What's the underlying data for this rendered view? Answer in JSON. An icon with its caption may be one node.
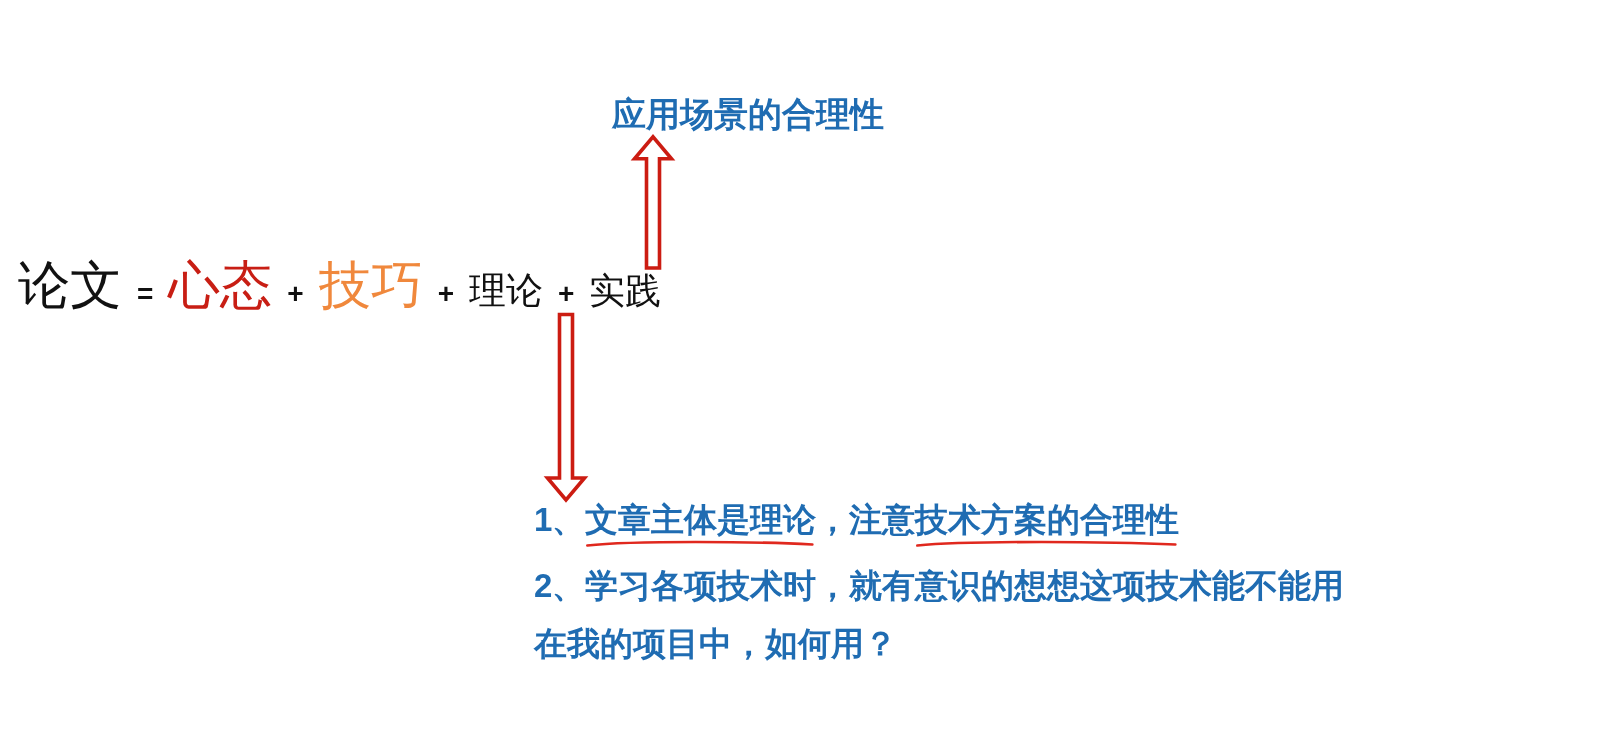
{
  "diagram": {
    "nodes": [
      {
        "text": [
          "应用场景的合理性"
        ]
      },
      {
        "text": [
          "理论"
        ]
      },
      {
        "text": [
          "实践"
        ]
      },
      {
        "text": [
          "1、文章主体是理论，注意技术方案的合理性",
          "2、学习各项技术时，就有意识的想想这项技术能不能用在我的项目中，如何用？"
        ]
      }
    ],
    "edges": [
      {
        "from": 2,
        "to": 0,
        "arrow": "to"
      },
      {
        "from": 1,
        "to": 3,
        "arrow": "to"
      }
    ],
    "labels": [
      "论文",
      "=",
      "心态",
      "+",
      "技巧",
      "+",
      "+"
    ]
  }
}
